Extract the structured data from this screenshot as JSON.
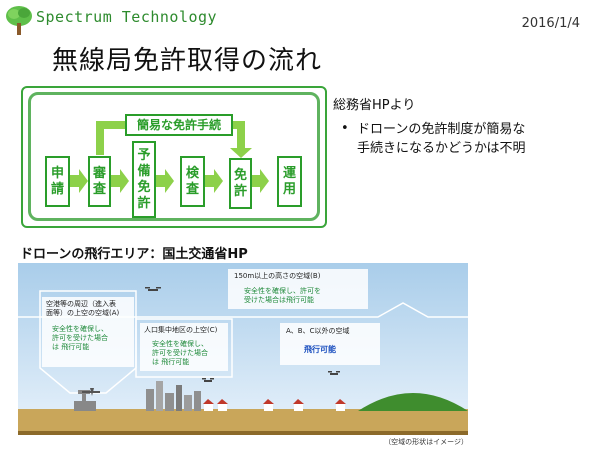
{
  "header": {
    "logo_text": "Spectrum Technology",
    "date": "2016/1/4",
    "title": "無線局免許取得の流れ"
  },
  "flow": {
    "steps": [
      {
        "chars": [
          "申",
          "請"
        ]
      },
      {
        "chars": [
          "審",
          "査"
        ]
      },
      {
        "chars": [
          "予",
          "備",
          "免",
          "許"
        ]
      },
      {
        "chars": [
          "検",
          "査"
        ]
      },
      {
        "chars": [
          "免",
          "許"
        ]
      },
      {
        "chars": [
          "運",
          "用"
        ]
      }
    ],
    "simplified_label": "簡易な免許手続"
  },
  "notes": {
    "source": "総務省HPより",
    "bullet": "•",
    "line1": "ドローンの免許制度が簡易な",
    "line2": "手続きになるかどうかは不明"
  },
  "airspace": {
    "section_title": "ドローンの飛行エリア：国土交通省HP",
    "zone_high": {
      "title": "150m以上の高さの空域(B)",
      "cond1": "安全性を確保し、許可を",
      "cond2": "受けた場合は飛行可能"
    },
    "zone_airport": {
      "title1": "空港等の周辺（進入表",
      "title2": "面等）の上空の空域(A)",
      "cond1": "安全性を確保し、",
      "cond2": "許可を受けた場合",
      "cond3": "は 飛行可能"
    },
    "zone_dense": {
      "title": "人口集中地区の上空(C)",
      "cond1": "安全性を確保し、",
      "cond2": "許可を受けた場合",
      "cond3": "は 飛行可能"
    },
    "zone_other": {
      "title": "A、B、C以外の空域",
      "status": "飛行可能"
    },
    "caption": "（空域の形状はイメージ）"
  },
  "colors": {
    "brand_green": "#2e8b2e",
    "flow_green": "#2a9d2a",
    "arrow_green": "#8dd14a",
    "sky_top": "#a9cdea",
    "sky_bottom": "#e8f2fb",
    "ground": "#c9a65a"
  }
}
